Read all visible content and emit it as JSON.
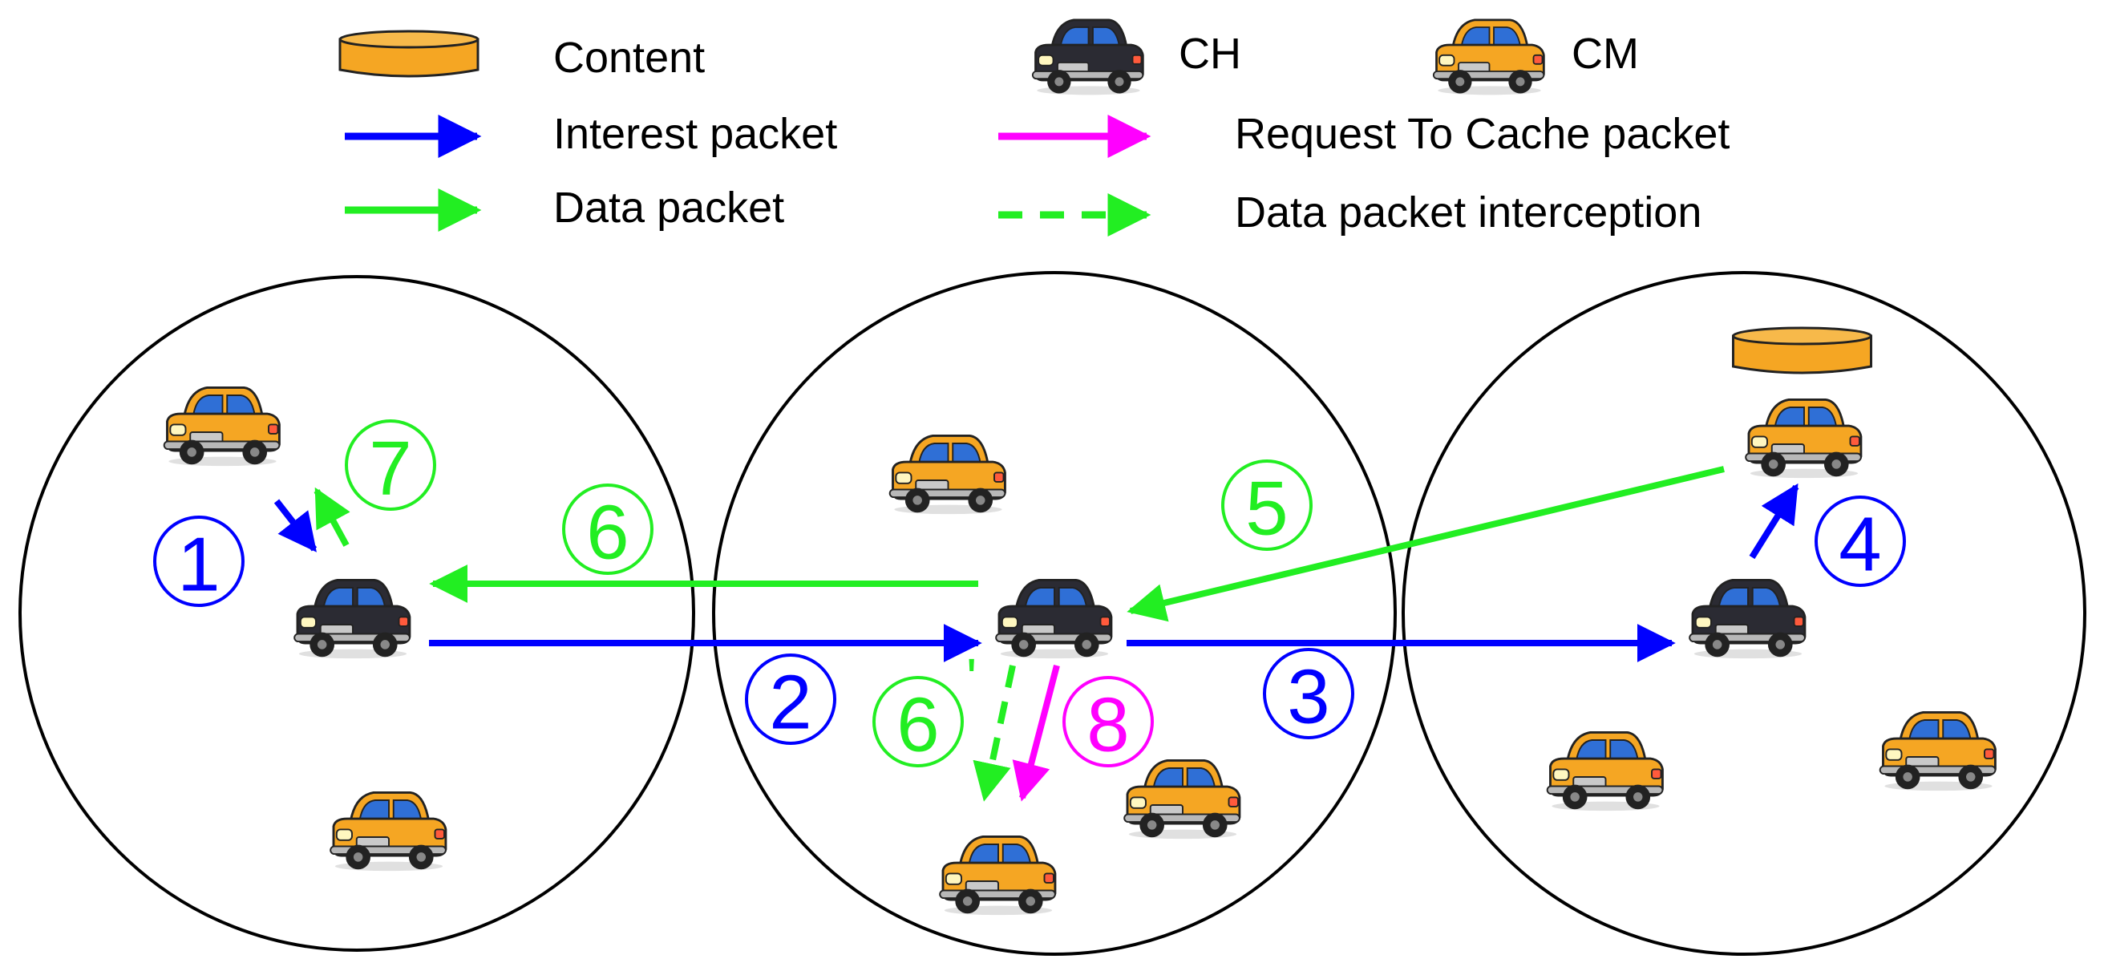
{
  "legend": {
    "content": "Content",
    "ch": "CH",
    "cm": "CM",
    "interest": "Interest packet",
    "rtc": "Request To Cache packet",
    "data": "Data packet",
    "intercept": "Data packet interception"
  },
  "steps": {
    "s1": "1",
    "s2": "2",
    "s3": "3",
    "s4": "4",
    "s5": "5",
    "s6": "6",
    "s6b": "6",
    "s6b_prime": "'",
    "s7": "7",
    "s8": "8"
  },
  "colors": {
    "interest": "#0000ff",
    "data": "#22ee22",
    "rtc": "#ff00ff",
    "ch_body": "#2b2b33",
    "cm_body": "#f5a623",
    "content": "#f5a623"
  }
}
